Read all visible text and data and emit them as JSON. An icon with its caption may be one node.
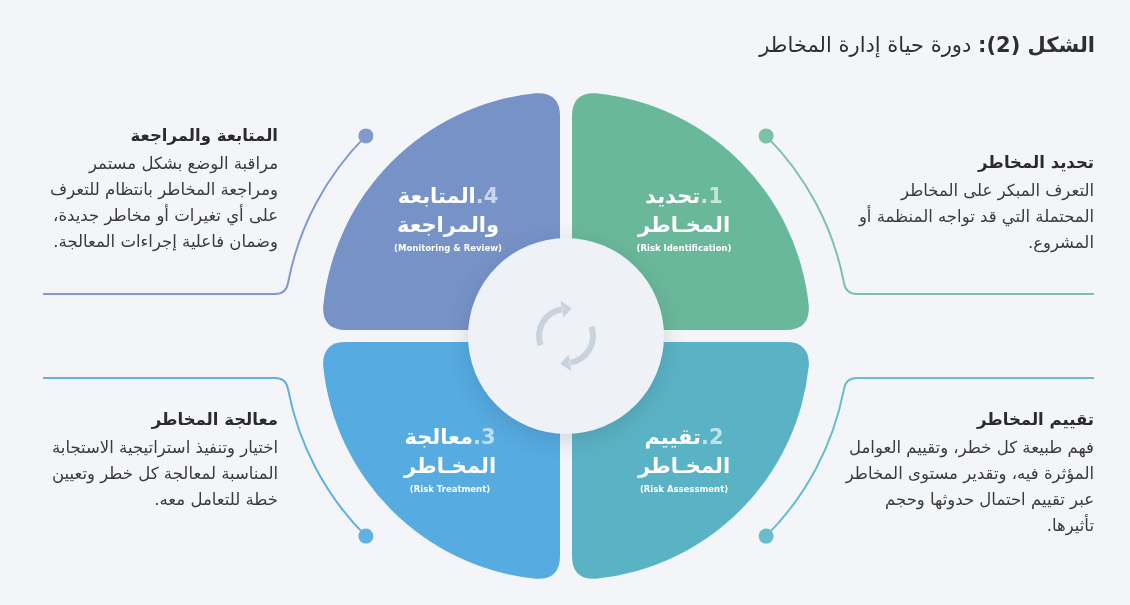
{
  "diagram": {
    "title": "**الشكل (2):** دورة حياة إدارة المخاطر",
    "nodes": [
      {
        "text": [
          "1.تحديد المخـاطر",
          "(Risk Identification)"
        ]
      },
      {
        "text": [
          "2.تقييم المخـاطر",
          "(Risk Assessment)"
        ]
      },
      {
        "text": [
          "3.معالجة المخـاطر",
          "(Risk Treatment)"
        ]
      },
      {
        "text": [
          "4.المتابعة والمراجعة",
          "(Monitoring & Review)"
        ]
      },
      {
        "text": [
          "تحديد المخاطر",
          "التعرف المبكر على المخاطر المحتملة التي قد تواجه المنظمة أو المشروع."
        ]
      },
      {
        "text": [
          "تقييم المخاطر",
          "فهم طبيعة كل خطر، وتقييم العوامل المؤثرة فيه، وتقدير مستوى المخاطر عبر تقييم احتمال حدوثها وحجم تأثيرها."
        ]
      },
      {
        "text": [
          "معالجة المخاطر",
          "اختيار وتنفيذ استراتيجية الاستجابة المناسبة لمعالجة كل خطر وتعيين خطة للتعامل معه."
        ]
      },
      {
        "text": [
          "المتابعة والمراجعة",
          "مراقبة الوضع بشكل مستمر ومراجعة المخاطر بانتظام للتعرف على أي تغيرات أو مخاطر جديدة، وضمان فاعلية إجراءات المعالجة."
        ]
      }
    ],
    "edges": [
      {
        "from": 4,
        "to": 0,
        "arrow": "other",
        "color": "#7dc2a8"
      },
      {
        "from": 5,
        "to": 1,
        "arrow": "other",
        "color": "#68bccb"
      },
      {
        "from": 6,
        "to": 2,
        "arrow": "other",
        "color": "#5fb1e2"
      },
      {
        "from": 7,
        "to": 3,
        "arrow": "other",
        "color": "#8299cd"
      }
    ]
  }
}
